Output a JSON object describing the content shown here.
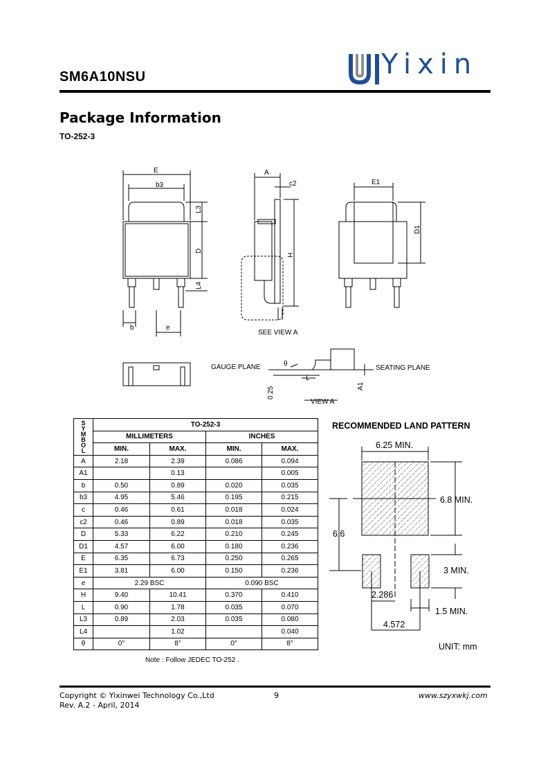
{
  "header": {
    "part_number": "SM6A10NSU",
    "brand": "Yixin"
  },
  "section": {
    "title": "Package Information",
    "package": "TO-252-3"
  },
  "drawing_labels": {
    "E": "E",
    "b3": "b3",
    "L3": "L3",
    "D": "D",
    "L4": "L4",
    "b": "b",
    "e": "e",
    "A": "A",
    "c2": "c2",
    "H": "H",
    "E1": "E1",
    "D1": "D1",
    "see_view_a": "SEE VIEW A",
    "gauge_plane": "GAUGE PLANE",
    "seating_plane": "SEATING PLANE",
    "theta": "θ",
    "L": "L",
    "A1": "A1",
    "gauge": "0.25",
    "view_a": "VIEW A"
  },
  "table": {
    "symbol_header": "SYMBOL",
    "package": "TO-252-3",
    "mm_header": "MILLIMETERS",
    "in_header": "INCHES",
    "min": "MIN.",
    "max": "MAX.",
    "rows": [
      [
        "A",
        "2.18",
        "2.39",
        "0.086",
        "0.094"
      ],
      [
        "A1",
        "",
        "0.13",
        "",
        "0.005"
      ],
      [
        "b",
        "0.50",
        "0.89",
        "0.020",
        "0.035"
      ],
      [
        "b3",
        "4.95",
        "5.46",
        "0.195",
        "0.215"
      ],
      [
        "c",
        "0.46",
        "0.61",
        "0.018",
        "0.024"
      ],
      [
        "c2",
        "0.46",
        "0.89",
        "0.018",
        "0.035"
      ],
      [
        "D",
        "5.33",
        "6.22",
        "0.210",
        "0.245"
      ],
      [
        "D1",
        "4.57",
        "6.00",
        "0.180",
        "0.236"
      ],
      [
        "E",
        "6.35",
        "6.73",
        "0.250",
        "0.265"
      ],
      [
        "E1",
        "3.81",
        "6.00",
        "0.150",
        "0.236"
      ],
      [
        "e",
        "2.29 BSC",
        "0.090 BSC"
      ],
      [
        "H",
        "9.40",
        "10.41",
        "0.370",
        "0.410"
      ],
      [
        "L",
        "0.90",
        "1.78",
        "0.035",
        "0.070"
      ],
      [
        "L3",
        "0.89",
        "2.03",
        "0.035",
        "0.080"
      ],
      [
        "L4",
        "",
        "1.02",
        "",
        "0.040"
      ],
      [
        "θ",
        "0°",
        "8°",
        "0°",
        "8°"
      ]
    ],
    "note": "Note : Follow JEDEC TO-252 ."
  },
  "land_pattern": {
    "title": "RECOMMENDED LAND PATTERN",
    "width": "6.25 MIN.",
    "height": "6.8 MIN.",
    "overall": "6.6",
    "lead_height": "3 MIN.",
    "pitch": "2.286",
    "lead_width": "1.5 MIN.",
    "span": "4.572",
    "unit": "UNIT: mm"
  },
  "footer": {
    "copyright": "Copyright © Yixinwei Technology Co.,Ltd",
    "page": "9",
    "website": "www.szyxwkj.com",
    "revision": "Rev. A.2 - April, 2014"
  }
}
